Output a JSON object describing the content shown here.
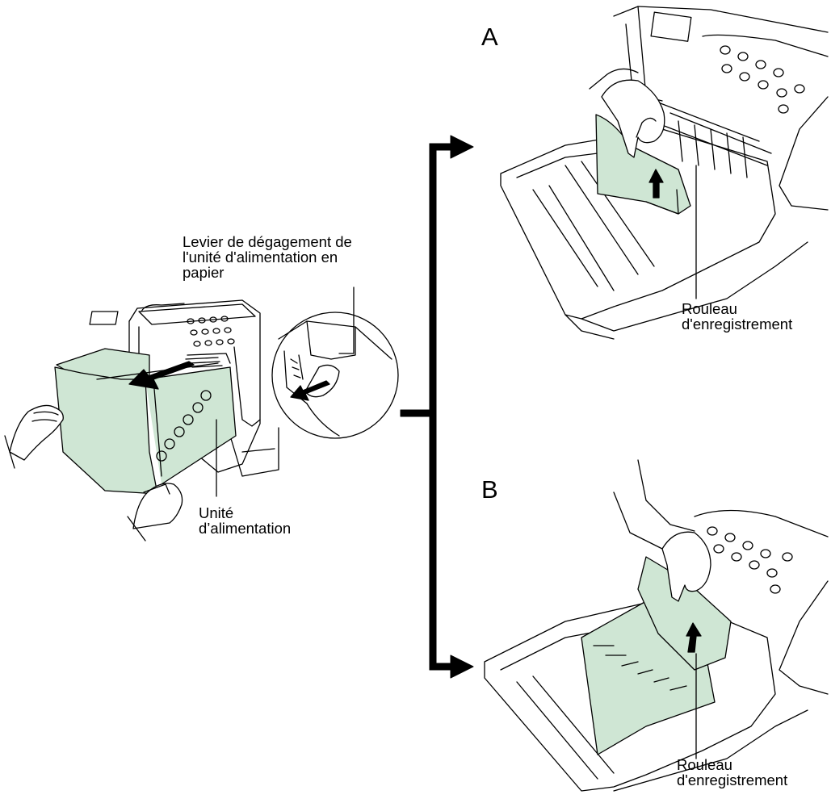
{
  "labels": {
    "panel_a": "A",
    "panel_b": "B",
    "release_lever": "Levier de dégagement de\nl'unité d'alimentation en\npapier",
    "feed_unit": "Unité\nd’alimentation",
    "registration_roller_a": "Rouleau\nd'enregistrement",
    "registration_roller_b": "Rouleau\nd'enregistrement"
  },
  "colors": {
    "paper_green": "#cfe6d4",
    "line": "#000000",
    "background": "#ffffff"
  }
}
